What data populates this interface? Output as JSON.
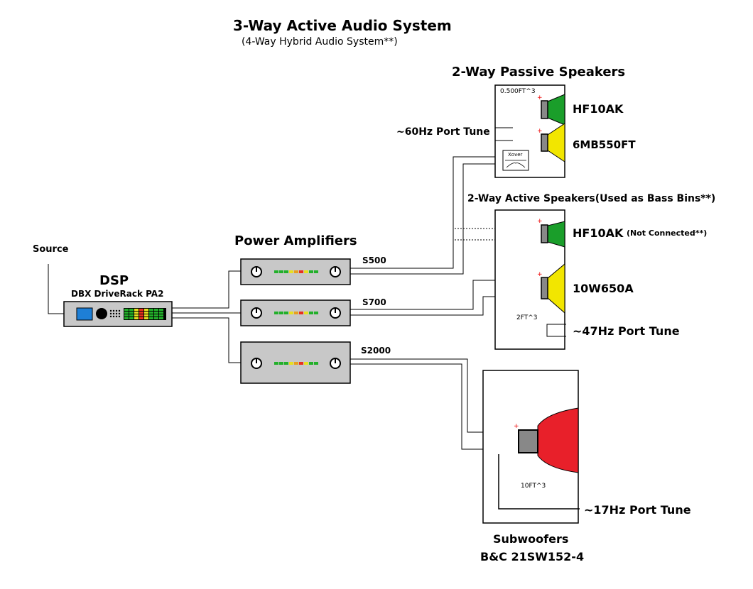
{
  "title": "3-Way Active Audio System",
  "subtitle": "(4-Way Hybrid Audio System**)",
  "source_label": "Source",
  "dsp": {
    "label": "DSP",
    "model": "DBX DriveRack PA2"
  },
  "amps": {
    "label": "Power Amplifiers",
    "units": [
      "S500",
      "S700",
      "S2000"
    ]
  },
  "passive": {
    "label": "2-Way Passive Speakers",
    "volume": "0.500FT^3",
    "xover": "Xover",
    "port": "~60Hz Port Tune",
    "hf": "HF10AK",
    "lf": "6MB550FT"
  },
  "active": {
    "label": "2-Way Active Speakers(Used as Bass Bins**)",
    "hf": "HF10AK",
    "hf_note": "(Not Connected**)",
    "lf": "10W650A",
    "volume": "2FT^3",
    "port": "~47Hz Port Tune"
  },
  "sub": {
    "volume": "10FT^3",
    "port": "~17Hz Port Tune",
    "label": "Subwoofers",
    "model": "B&C 21SW152-4"
  },
  "polarity": "+",
  "colors": {
    "tweeter": "#1a9e2a",
    "midwoofer": "#f2e600",
    "subwoofer": "#e8202a",
    "panel": "#c8c8c8",
    "display": "#1e7fd6"
  }
}
